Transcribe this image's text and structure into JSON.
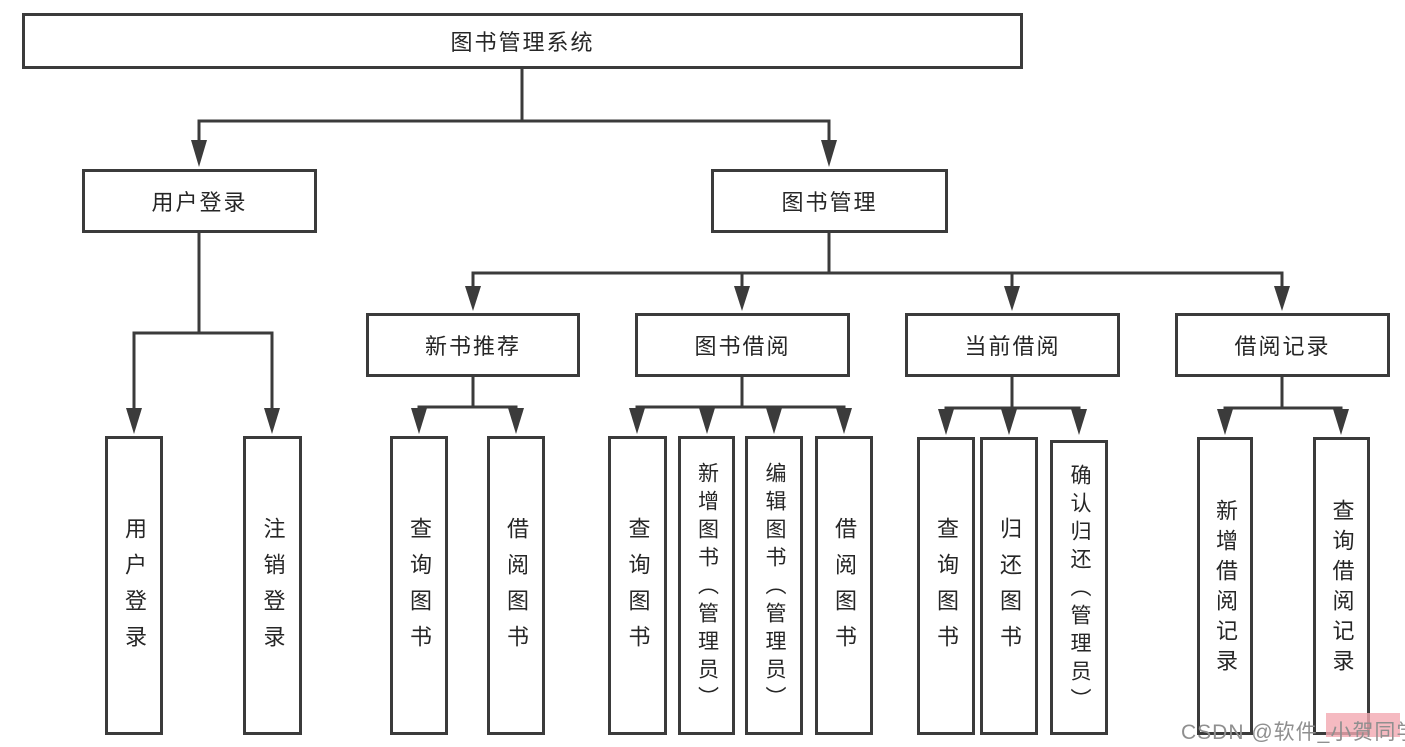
{
  "diagram_title": "图书管理系统",
  "tree": {
    "root": {
      "label": "图书管理系统",
      "children": [
        {
          "label": "用户登录",
          "children": [
            {
              "label": "用户登录"
            },
            {
              "label": "注销登录"
            }
          ]
        },
        {
          "label": "图书管理",
          "children": [
            {
              "label": "新书推荐",
              "children": [
                {
                  "label": "查询图书"
                },
                {
                  "label": "借阅图书"
                }
              ]
            },
            {
              "label": "图书借阅",
              "children": [
                {
                  "label": "查询图书"
                },
                {
                  "label": "新增图书（管理员）"
                },
                {
                  "label": "编辑图书（管理员）"
                },
                {
                  "label": "借阅图书"
                }
              ]
            },
            {
              "label": "当前借阅",
              "children": [
                {
                  "label": "查询图书"
                },
                {
                  "label": "归还图书"
                },
                {
                  "label": "确认归还（管理员）"
                }
              ]
            },
            {
              "label": "借阅记录",
              "children": [
                {
                  "label": "新增借阅记录"
                },
                {
                  "label": "查询借阅记录"
                }
              ]
            }
          ]
        }
      ]
    }
  },
  "watermark": {
    "text": "CSDN @软件_小贺同学"
  },
  "colors": {
    "background": "#ffffff",
    "box_fill": "#ffffff",
    "box_border": "#3b3b3b",
    "connector_line": "#3b3b3b",
    "text": "#262626",
    "watermark_text": "#8f8f8f",
    "watermark_highlight": "#f2a9b2"
  }
}
